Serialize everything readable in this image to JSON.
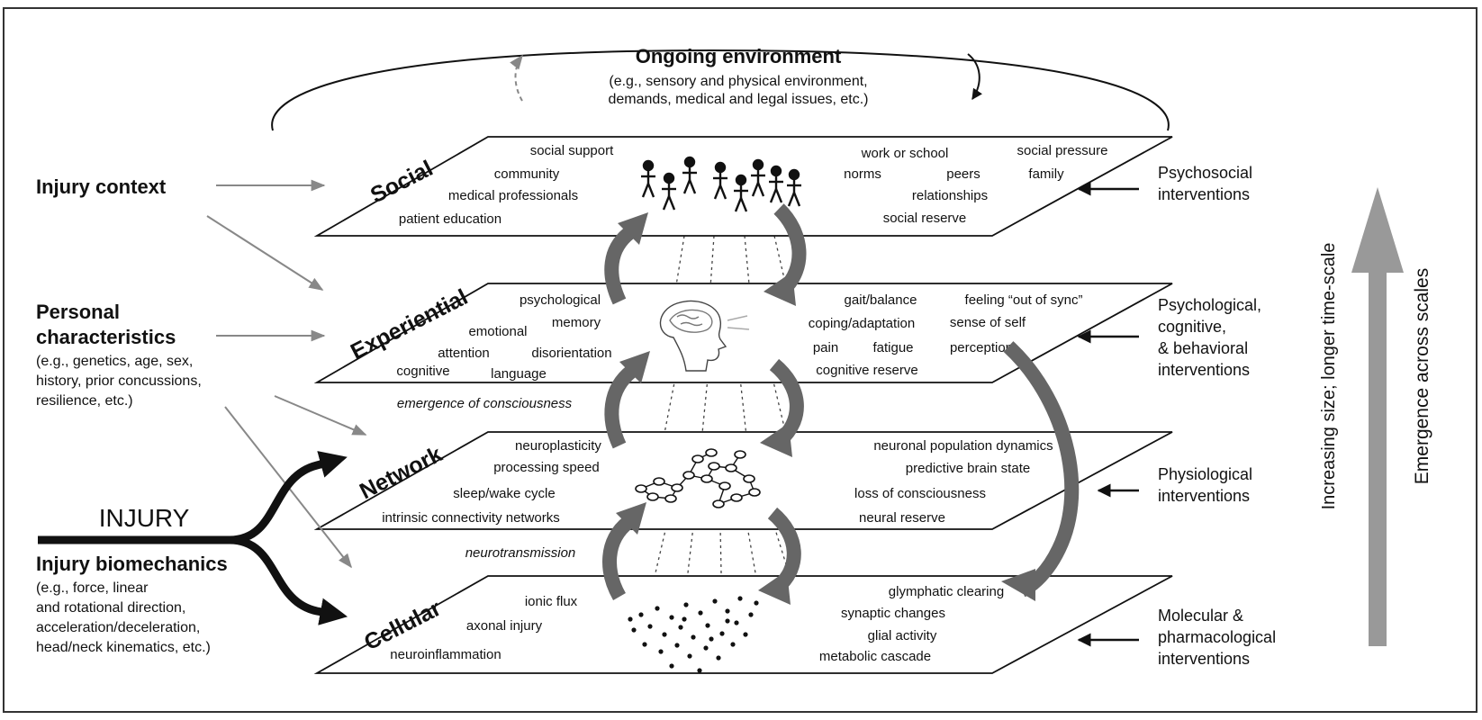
{
  "environment": {
    "title": "Ongoing environment",
    "lines": [
      "(e.g., sensory and physical environment,",
      "demands, medical and legal issues, etc.)"
    ]
  },
  "left": {
    "injury_context": "Injury context",
    "personal_title": [
      "Personal",
      "characteristics"
    ],
    "personal_sub": [
      "(e.g., genetics, age, sex,",
      "history, prior concussions,",
      "resilience, etc.)"
    ],
    "injury": "INJURY",
    "biomech_title": "Injury biomechanics",
    "biomech_sub": [
      "(e.g., force, linear",
      "and rotational direction,",
      "acceleration/deceleration,",
      "head/neck kinematics, etc.)"
    ]
  },
  "planes": {
    "social": {
      "label": "Social",
      "terms_left": [
        "social support",
        "community",
        "medical professionals",
        "patient education"
      ],
      "terms_right": [
        "work or school",
        "social pressure",
        "norms",
        "peers",
        "family",
        "relationships",
        "social reserve"
      ]
    },
    "experiential": {
      "label": "Experiential",
      "terms_left": [
        "psychological",
        "memory",
        "emotional",
        "attention",
        "disorientation",
        "cognitive",
        "language"
      ],
      "terms_right": [
        "gait/balance",
        "feeling “out of sync”",
        "coping/adaptation",
        "sense of self",
        "pain",
        "fatigue",
        "perception",
        "cognitive reserve"
      ]
    },
    "network": {
      "label": "Network",
      "terms_left": [
        "neuroplasticity",
        "processing speed",
        "sleep/wake cycle",
        "intrinsic connectivity networks"
      ],
      "terms_right": [
        "neuronal population dynamics",
        "predictive brain state",
        "loss of consciousness",
        "neural reserve"
      ]
    },
    "cellular": {
      "label": "Cellular",
      "terms_left": [
        "ionic flux",
        "axonal injury",
        "neuroinflammation"
      ],
      "terms_right": [
        "glymphatic clearing",
        "synaptic changes",
        "glial activity",
        "metabolic cascade"
      ]
    }
  },
  "between": {
    "consciousness": "emergence of consciousness",
    "neurotransmission": "neurotransmission"
  },
  "interventions": [
    [
      "Psychosocial",
      "interventions"
    ],
    [
      "Psychological,",
      "cognitive,",
      "& behavioral",
      "interventions"
    ],
    [
      "Physiological",
      "interventions"
    ],
    [
      "Molecular &",
      "pharmacological",
      "interventions"
    ]
  ],
  "axis": {
    "size_label": "Increasing size; longer time-scale",
    "emergence_label": "Emergence across scales"
  },
  "colors": {
    "cycle_arrow": "#666666",
    "input_arrow": "#888888",
    "scale_arrow": "#999999",
    "ink": "#111111"
  }
}
